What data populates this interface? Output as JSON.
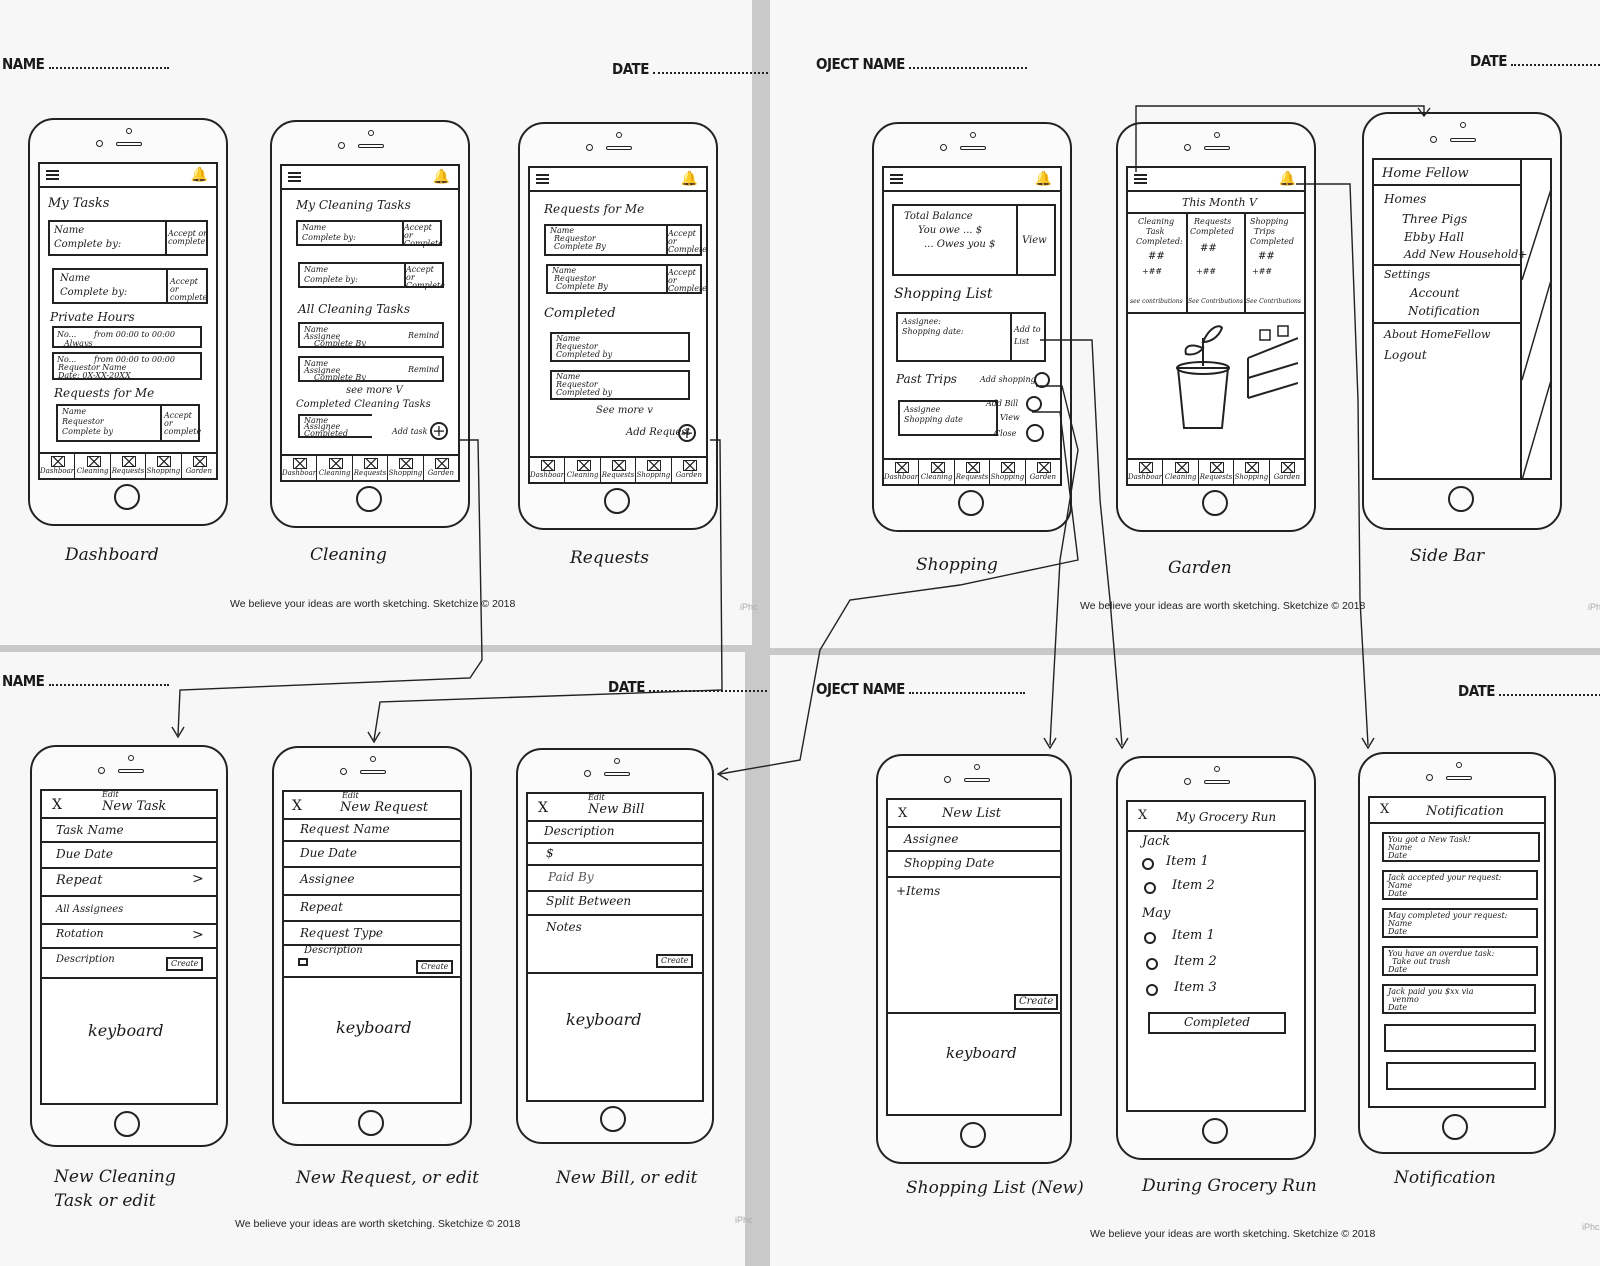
{
  "sheets": {
    "top_left": {
      "name_label": "NAME",
      "date_label": "DATE",
      "footer": "We believe your ideas are worth sketching. Sketchize © 2018",
      "edge": "iPhc"
    },
    "top_right": {
      "name_label": "OJECT NAME",
      "date_label": "DATE",
      "footer": "We believe your ideas are worth sketching. Sketchize © 2018",
      "edge": "iPh"
    },
    "bottom_left": {
      "name_label": "NAME",
      "date_label": "DATE",
      "footer": "We believe your ideas are worth sketching. Sketchize © 2018",
      "edge": "iPhc"
    },
    "bottom_right": {
      "name_label": "OJECT NAME",
      "date_label": "DATE",
      "footer": "We believe your ideas are worth sketching. Sketchize © 2018",
      "edge": "iPhc"
    }
  },
  "tabs": [
    "Dashboard",
    "Cleaning",
    "Requests",
    "Shopping",
    "Garden"
  ],
  "dashboard": {
    "caption": "Dashboard",
    "my_tasks": "My Tasks",
    "task_name": "Name",
    "complete_by": "Complete by:",
    "accept_complete": "Accept or complete",
    "private_hours": "Private Hours",
    "ph1_a": "No...",
    "ph1_b": "Always",
    "ph1_c": "from 00:00 to 00:00",
    "ph2_a": "No...",
    "ph2_b": "from 00:00 to 00:00",
    "ph2_c": "Requestor Name",
    "ph2_d": "Date: 0X-XX-20XX",
    "requests_for_me": "Requests for Me",
    "req_name": "Name",
    "req_requestor": "Requestor",
    "req_complete": "Complete by",
    "req_accept": "Accept or complete"
  },
  "cleaning": {
    "caption": "Cleaning",
    "my_cleaning_tasks": "My Cleaning Tasks",
    "name": "Name",
    "complete_by": "Complete by:",
    "accept": "Accept or Complete",
    "all_cleaning_tasks": "All Cleaning Tasks",
    "assignee": "Assignee",
    "complete_by2": "Complete By",
    "remind": "Remind",
    "see_more": "see more V",
    "completed_cleaning": "Completed Cleaning Tasks",
    "completed": "Completed",
    "add_task": "Add task"
  },
  "requests": {
    "caption": "Requests",
    "requests_for_me": "Requests for Me",
    "name": "Name",
    "requestor": "Requestor",
    "complete_by": "Complete By",
    "accept": "Accept or Complete",
    "completed": "Completed",
    "completed_by": "Completed by",
    "see_more": "See more v",
    "add_request": "Add Request"
  },
  "shopping": {
    "caption": "Shopping",
    "total_balance": "Total Balance",
    "you_owe": "You owe ... $",
    "owes_you": "... Owes you $",
    "view": "View",
    "shopping_list": "Shopping List",
    "assignee": "Assignee:",
    "shopping_date": "Shopping date:",
    "add_to_list": "Add to List",
    "past_trips": "Past Trips",
    "add_shopping": "Add shopping",
    "assignee2": "Assignee",
    "shopping_date2": "Shopping date",
    "add_bill": "Add Bill",
    "view2": "View",
    "close": "Close"
  },
  "garden": {
    "caption": "Garden",
    "this_month": "This Month V",
    "col1": [
      "Cleaning",
      "Task",
      "Completed:",
      "##",
      "+##"
    ],
    "col2": [
      "Requests",
      "Completed",
      "##",
      "+##"
    ],
    "col3": [
      "Shopping",
      "Trips",
      "Completed",
      "##",
      "+##"
    ],
    "see_contributions": "see contributions",
    "see_contrib2": "See Contributions",
    "see_contrib3": "See Contributions"
  },
  "sidebar": {
    "caption": "Side Bar",
    "title": "Home Fellow",
    "homes": "Homes",
    "three_pigs": "Three Pigs",
    "ebby_hall": "Ebby Hall",
    "add_new": "Add New Household+",
    "settings": "Settings",
    "account": "Account",
    "notification": "Notification",
    "about": "About HomeFellow",
    "logout": "Logout"
  },
  "new_task": {
    "caption1": "New Cleaning",
    "caption2": "Task or edit",
    "edit": "Edit",
    "title": "New Task",
    "close": "X",
    "fields": [
      "Task Name",
      "Due Date",
      "Repeat",
      "All Assignees",
      "Rotation",
      "Description"
    ],
    "create": "Create",
    "keyboard": "keyboard"
  },
  "new_request": {
    "caption": "New Request, or edit",
    "edit": "Edit",
    "title": "New Request",
    "close": "X",
    "fields": [
      "Request Name",
      "Due Date",
      "Assignee",
      "Repeat",
      "Request Type",
      "Description"
    ],
    "create": "Create",
    "keyboard": "keyboard"
  },
  "new_bill": {
    "caption": "New Bill, or edit",
    "edit": "Edit",
    "title": "New Bill",
    "close": "X",
    "fields": [
      "Description",
      "$",
      "Paid By",
      "Split Between",
      "Notes"
    ],
    "create": "Create",
    "keyboard": "keyboard"
  },
  "new_list": {
    "caption": "Shopping List (New)",
    "title": "New List",
    "close": "X",
    "fields": [
      "Assignee",
      "Shopping Date"
    ],
    "items": "+Items",
    "create": "Create",
    "keyboard": "keyboard"
  },
  "grocery": {
    "caption": "During Grocery Run",
    "title": "My Grocery Run",
    "close": "X",
    "jack": "Jack",
    "jack_items": [
      "Item 1",
      "Item 2"
    ],
    "may": "May",
    "may_items": [
      "Item 1",
      "Item 2",
      "Item 3"
    ],
    "completed": "Completed"
  },
  "notification": {
    "caption": "Notification",
    "title": "Notification",
    "close": "X",
    "items": [
      {
        "a": "You got a New Task!",
        "b": "Name",
        "c": "Date"
      },
      {
        "a": "Jack accepted your request:",
        "b": "Name",
        "c": "Date"
      },
      {
        "a": "May completed your request:",
        "b": "Name",
        "c": "Date"
      },
      {
        "a": "You have an overdue task:",
        "b": "Take out trash",
        "c": "Date"
      },
      {
        "a": "Jack paid you $xx via",
        "b": "venmo",
        "c": "Date"
      }
    ]
  }
}
